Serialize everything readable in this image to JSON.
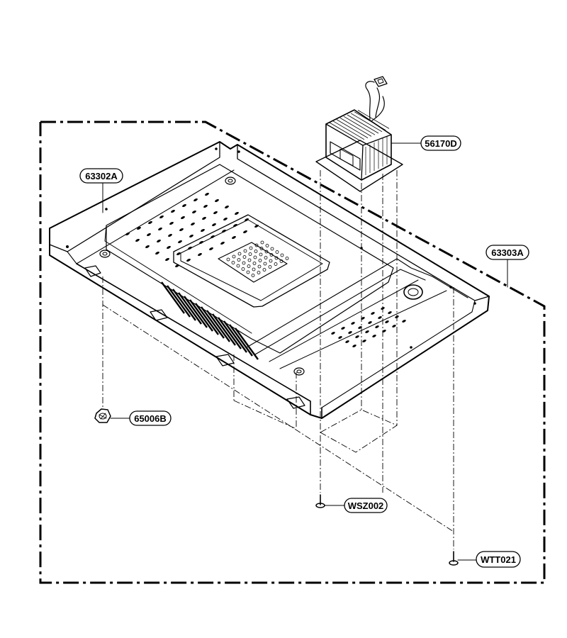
{
  "diagram": {
    "type": "exploded-parts-view",
    "callouts": [
      {
        "id": "c1",
        "label": "56170D"
      },
      {
        "id": "c2",
        "label": "63302A"
      },
      {
        "id": "c3",
        "label": "63303A"
      },
      {
        "id": "c4",
        "label": "65006B"
      },
      {
        "id": "c5",
        "label": "WSZ002"
      },
      {
        "id": "c6",
        "label": "WTT021"
      }
    ]
  }
}
